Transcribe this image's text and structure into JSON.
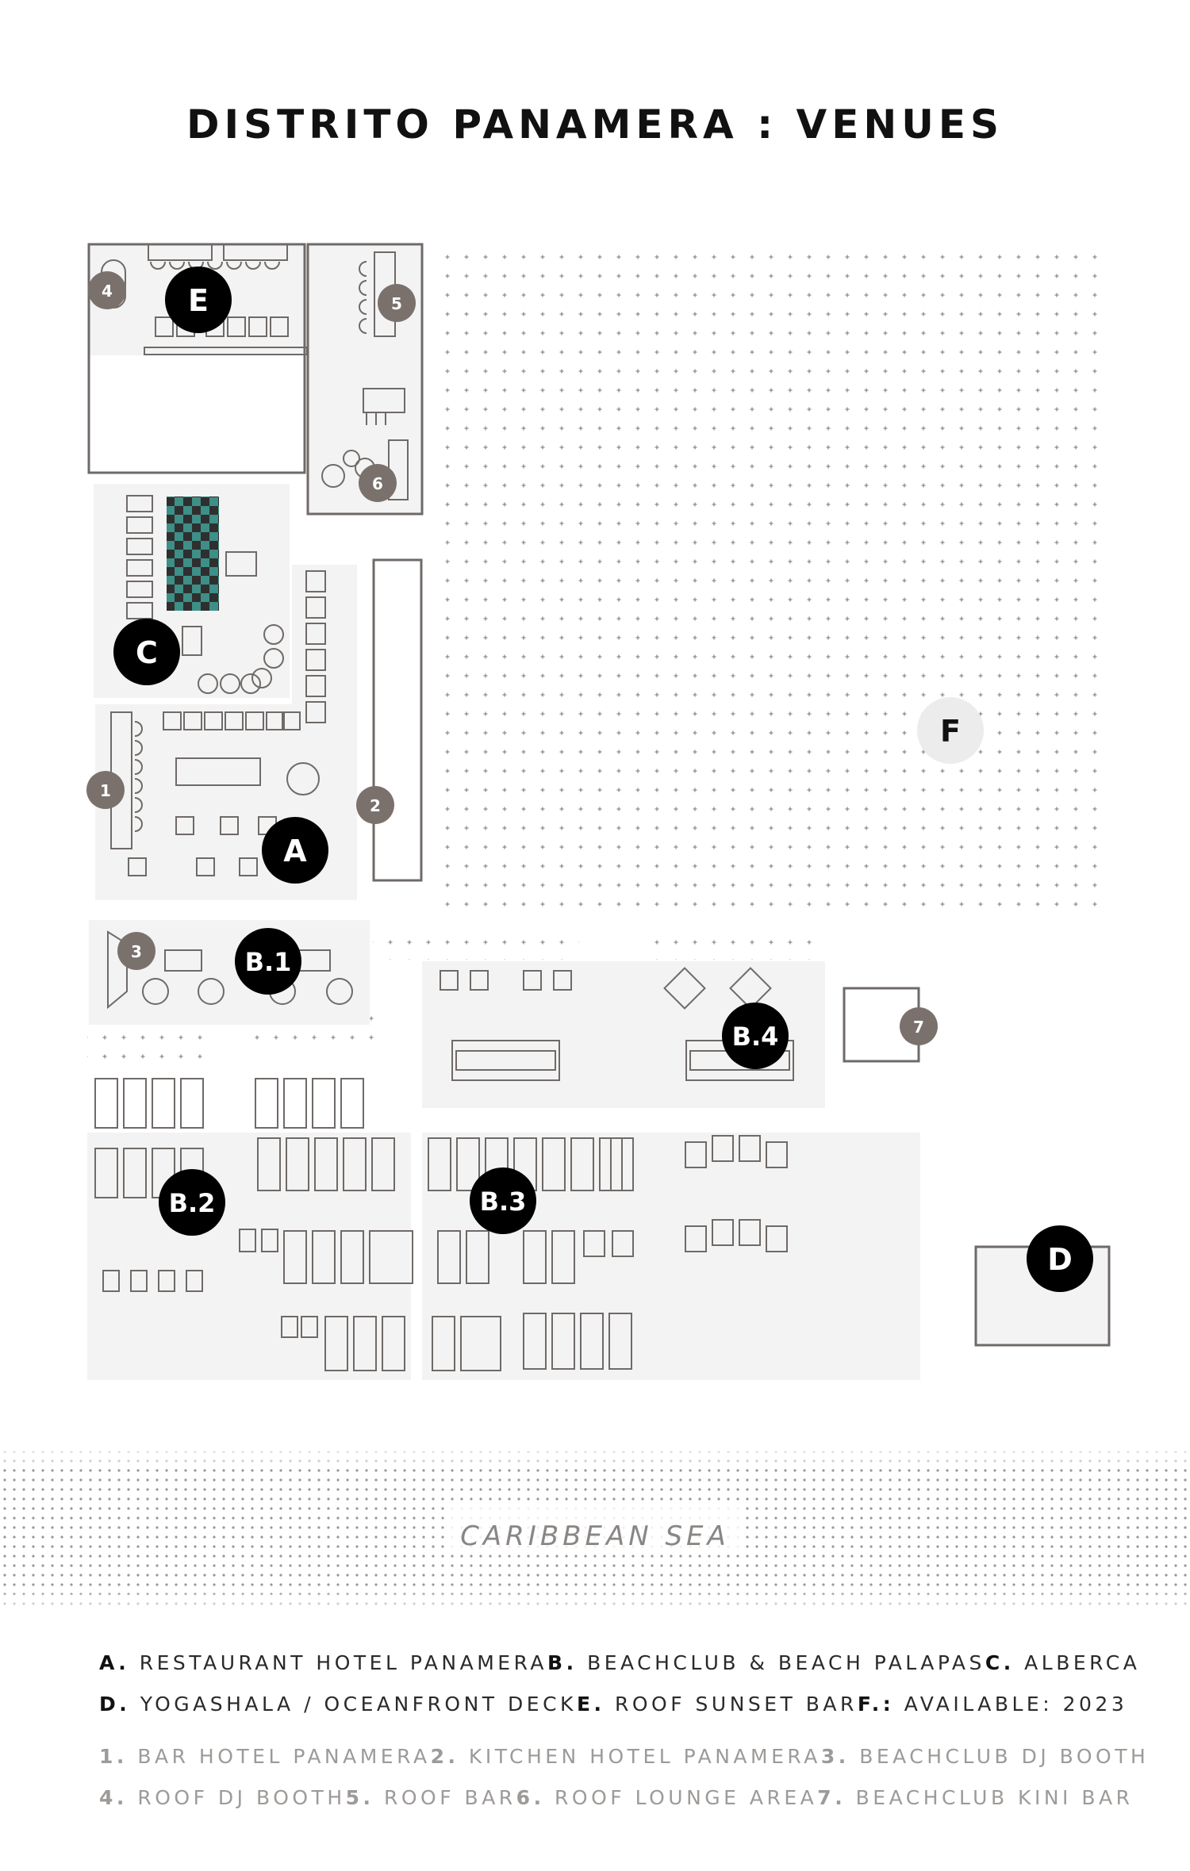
{
  "title": "DISTRITO PANAMERA : VENUES",
  "sea_label": "CARIBBEAN SEA",
  "colors": {
    "zone_fill": "#f3f3f3",
    "outline": "#6f6a67",
    "black_marker": "#000000",
    "grey_marker": "#7a716d",
    "light_marker": "#ececec",
    "pool_teal": "#3d8f87",
    "dots": "#8f8b89"
  },
  "markers": {
    "A": "A",
    "B1": "B.1",
    "B2": "B.2",
    "B3": "B.3",
    "B4": "B.4",
    "C": "C",
    "D": "D",
    "E": "E",
    "F": "F",
    "n1": "1",
    "n2": "2",
    "n3": "3",
    "n4": "4",
    "n5": "5",
    "n6": "6",
    "n7": "7"
  },
  "legend_main": [
    [
      {
        "key": "A.",
        "text": "RESTAURANT HOTEL PANAMERA"
      },
      {
        "key": "B.",
        "text": "BEACHCLUB & BEACH PALAPAS"
      },
      {
        "key": "C.",
        "text": "ALBERCA"
      }
    ],
    [
      {
        "key": "D.",
        "text": "YOGASHALA / OCEANFRONT DECK"
      },
      {
        "key": "E.",
        "text": "ROOF SUNSET BAR"
      },
      {
        "key": "F.:",
        "text": "AVAILABLE: 2023"
      }
    ]
  ],
  "legend_minor": [
    [
      {
        "key": "1.",
        "text": "BAR HOTEL PANAMERA"
      },
      {
        "key": "2.",
        "text": "KITCHEN HOTEL PANAMERA"
      },
      {
        "key": "3.",
        "text": "BEACHCLUB DJ BOOTH"
      }
    ],
    [
      {
        "key": "4.",
        "text": "ROOF DJ BOOTH"
      },
      {
        "key": "5.",
        "text": "ROOF BAR"
      },
      {
        "key": "6.",
        "text": "ROOF LOUNGE AREA"
      },
      {
        "key": "7.",
        "text": "BEACHCLUB KINI BAR"
      }
    ]
  ]
}
